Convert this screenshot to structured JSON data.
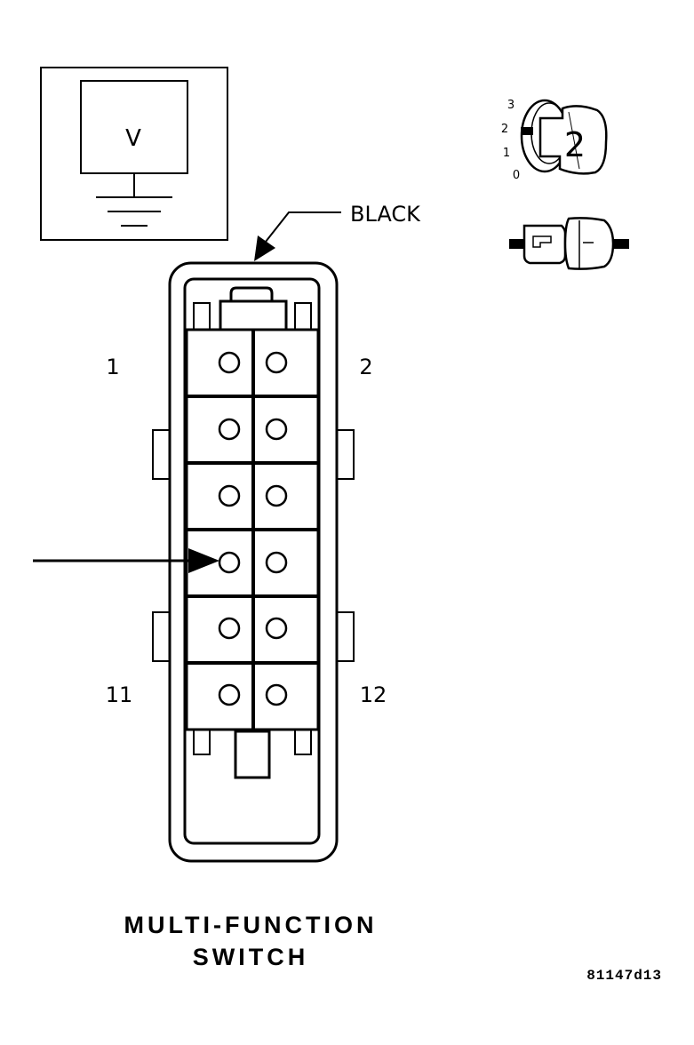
{
  "meter": {
    "label": "V"
  },
  "connector": {
    "color_label": "BLACK",
    "pin_labels": {
      "top_left": "1",
      "top_right": "2",
      "bottom_left": "11",
      "bottom_right": "12"
    },
    "probed_cavity": "7"
  },
  "ignition": {
    "key_position": "2",
    "positions": [
      "3",
      "2",
      "1",
      "0"
    ]
  },
  "title": {
    "line1": "MULTI-FUNCTION",
    "line2": "SWITCH"
  },
  "figure_code": "81147d13"
}
